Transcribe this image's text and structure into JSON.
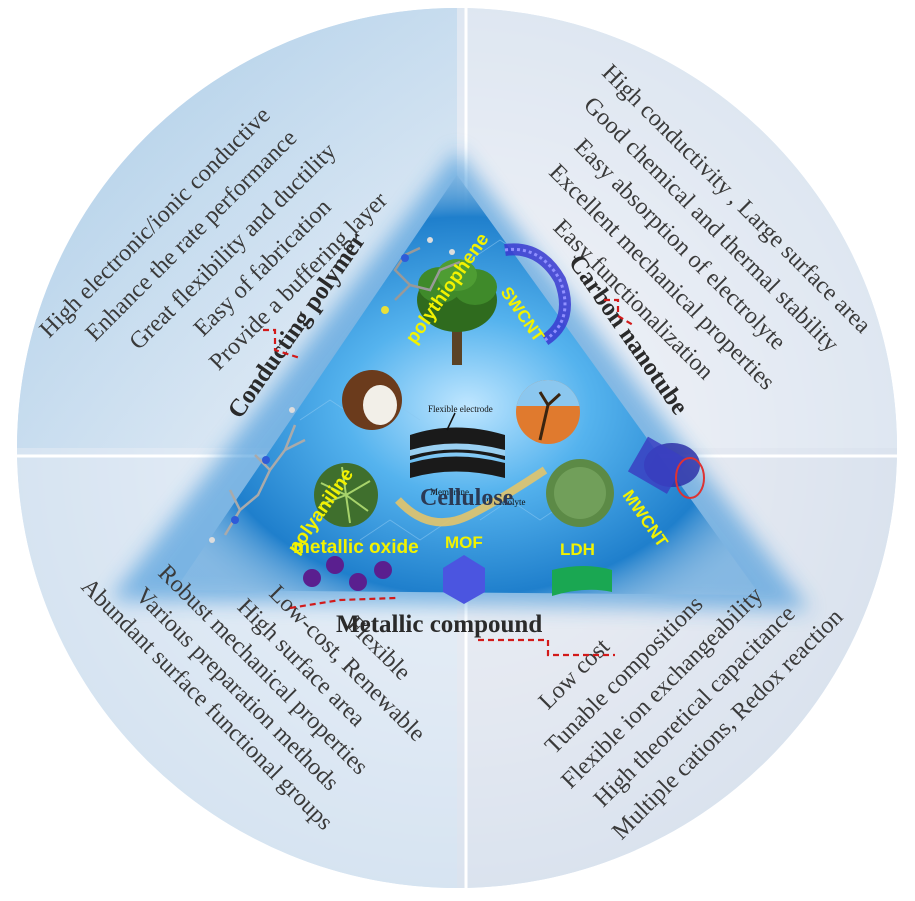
{
  "categories": {
    "conducting_polymer": "Conducting polymer",
    "carbon_nanotube": "Carbon nanotube",
    "metallic_compound": "Metallic compound",
    "cellulose": "Cellulose"
  },
  "conducting_polymer_props": [
    "High electronic/ionic conductive",
    "Enhance the rate performance",
    "Great flexibility and ductility",
    "Easy of fabrication",
    "Provide a buffering layer"
  ],
  "carbon_nanotube_props": [
    "High conductivity , Large surface area",
    "Good chemical and thermal stability",
    "Easy absorption of electrolyte",
    "Excellent mechanical properties",
    "Easy functionalization"
  ],
  "cellulose_props": [
    "Flexible",
    "Low-cost, Renewable",
    "High surface area",
    "Robust mechanical properties",
    "Various preparation  methods",
    "Abundant surface functional groups"
  ],
  "metallic_compound_props": [
    "Low cost",
    "Tunable compositions",
    "Flexible ion exchangeability",
    "High theoretical capacitance",
    "Multiple cations, Redox reaction"
  ],
  "materials": {
    "polythiophene": "polythiophene",
    "polyaniline": "polyaniline",
    "swcnt": "SWCNT",
    "mwcnt": "MWCNT",
    "metallic_oxide": "metallic oxide",
    "mof": "MOF",
    "ldh": "LDH"
  },
  "device_labels": {
    "flexible_electrode": "Flexible electrode",
    "membrane": "Membrane",
    "electrolyte": "Electrolyte"
  },
  "colors": {
    "circle_light": "#eef2f8",
    "circle_blue": "#a9cbe6",
    "triangle_core": "#3a9fe0",
    "highlight_yellow": "#f2f200",
    "dashed_red": "#d21a1a"
  }
}
